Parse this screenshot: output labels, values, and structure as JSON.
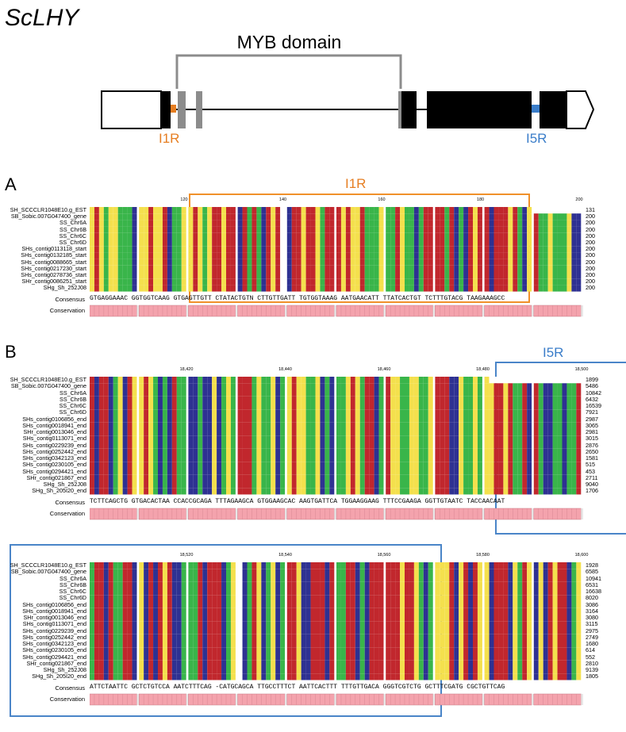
{
  "title": "ScLHY",
  "gene_diagram": {
    "domain_label": "MYB domain",
    "primer_left": "I1R",
    "primer_right": "I5R"
  },
  "panel_a": {
    "letter": "A",
    "primer_label": "I1R",
    "ruler": [
      "120",
      "140",
      "160",
      "180",
      "200"
    ],
    "sequences": [
      "SH_SCCCLR1048E10.g_EST",
      "SB_Sobic.007G047400_gene",
      "SS_Chr6A",
      "SS_Chr6B",
      "SS_Chr6C",
      "SS_Chr6D",
      "SHs_contig0113118_start",
      "SHs_contig0132185_start",
      "SHs_contig0088665_start",
      "SHs_contig0217230_start",
      "SHs_contig0278736_start",
      "SHr_contig0086251_start",
      "SHg_Sh_252J08"
    ],
    "counts": [
      "131",
      "200",
      "200",
      "200",
      "200",
      "200",
      "200",
      "200",
      "200",
      "200",
      "200",
      "200",
      "200"
    ],
    "consensus_label": "Consensus",
    "conservation_label": "Conservation",
    "consensus": "GTGAGGAAAC GGTGGTCAAG GTGAGTTGTT CTATACTGTN CTTGTTGATT TGTGGTAAAG AATGAACATT TTATCACTGT TCTTTGTACG TAAGAAAGCC"
  },
  "panel_b": {
    "letter": "B",
    "primer_label": "I5R",
    "ruler": [
      "18,420",
      "18,440",
      "18,460",
      "18,480",
      "18,500"
    ],
    "sequences": [
      "SH_SCCCLR1048E10.g_EST",
      "SB_Sobic.007G047400_gene",
      "SS_Chr6A",
      "SS_Chr6B",
      "SS_Chr6C",
      "SS_Chr6D",
      "SHs_contig0106856_end",
      "SHs_contig0018941_end",
      "SHr_contig0013046_end",
      "SHs_contig0113071_end",
      "SHs_contig0229239_end",
      "SHs_contig0252442_end",
      "SHs_contig0342123_end",
      "SHs_contig0230105_end",
      "SHs_contig0294421_end",
      "SHr_contig021867_end",
      "SHg_Sh_252J08",
      "SHg_Sh_205I20_end"
    ],
    "counts": [
      "1899",
      "5486",
      "10842",
      "6432",
      "16539",
      "7921",
      "2987",
      "3065",
      "2981",
      "3015",
      "2876",
      "2650",
      "1581",
      "515",
      "453",
      "2711",
      "9040",
      "1706"
    ],
    "consensus_label": "Consensus",
    "conservation_label": "Conservation",
    "consensus": "TCTTCAGCTG GTGACACTAA CCACCGCAGA TTTAGAAGCA GTGGAAGCAC AAGTGATTCA TGGAAGGAAG TTTCCGAAGA GGTTGTAATC TACCAACAAT"
  },
  "panel_c": {
    "ruler": [
      "18,520",
      "18,540",
      "18,560",
      "18,580",
      "18,600"
    ],
    "sequences": [
      "SH_SCCCLR1048E10.g_EST",
      "SB_Sobic.007G047400_gene",
      "SS_Chr6A",
      "SS_Chr6B",
      "SS_Chr6C",
      "SS_Chr6D",
      "SHs_contig0106856_end",
      "SHs_contig0018941_end",
      "SHr_contig0013046_end",
      "SHs_contig0113071_end",
      "SHs_contig0229239_end",
      "SHs_contig0252442_end",
      "SHs_contig0342123_end",
      "SHs_contig0230105_end",
      "SHs_contig0294421_end",
      "SHr_contig021867_end",
      "SHg_Sh_252J08",
      "SHg_Sh_205I20_end"
    ],
    "counts": [
      "1928",
      "6585",
      "10941",
      "6531",
      "16638",
      "8020",
      "3086",
      "3164",
      "3080",
      "3115",
      "2975",
      "2749",
      "1680",
      "614",
      "552",
      "2810",
      "9139",
      "1805"
    ],
    "consensus_label": "Consensus",
    "conservation_label": "Conservation",
    "consensus": "ATTCTAATTC GCTCTGTCCA AATCTTTCAG -CATGCAGCA TTGCCTTTCT AATTCACTTT TTTGTTGACA GGGTCGTCTG GCTTTCGATG CGCTGTTCAG"
  },
  "colors": {
    "A": "#39b54a",
    "C": "#2e3192",
    "G": "#f4e04d",
    "T": "#c1272d",
    "orange": "#f0902a",
    "blue": "#4a85c8"
  }
}
